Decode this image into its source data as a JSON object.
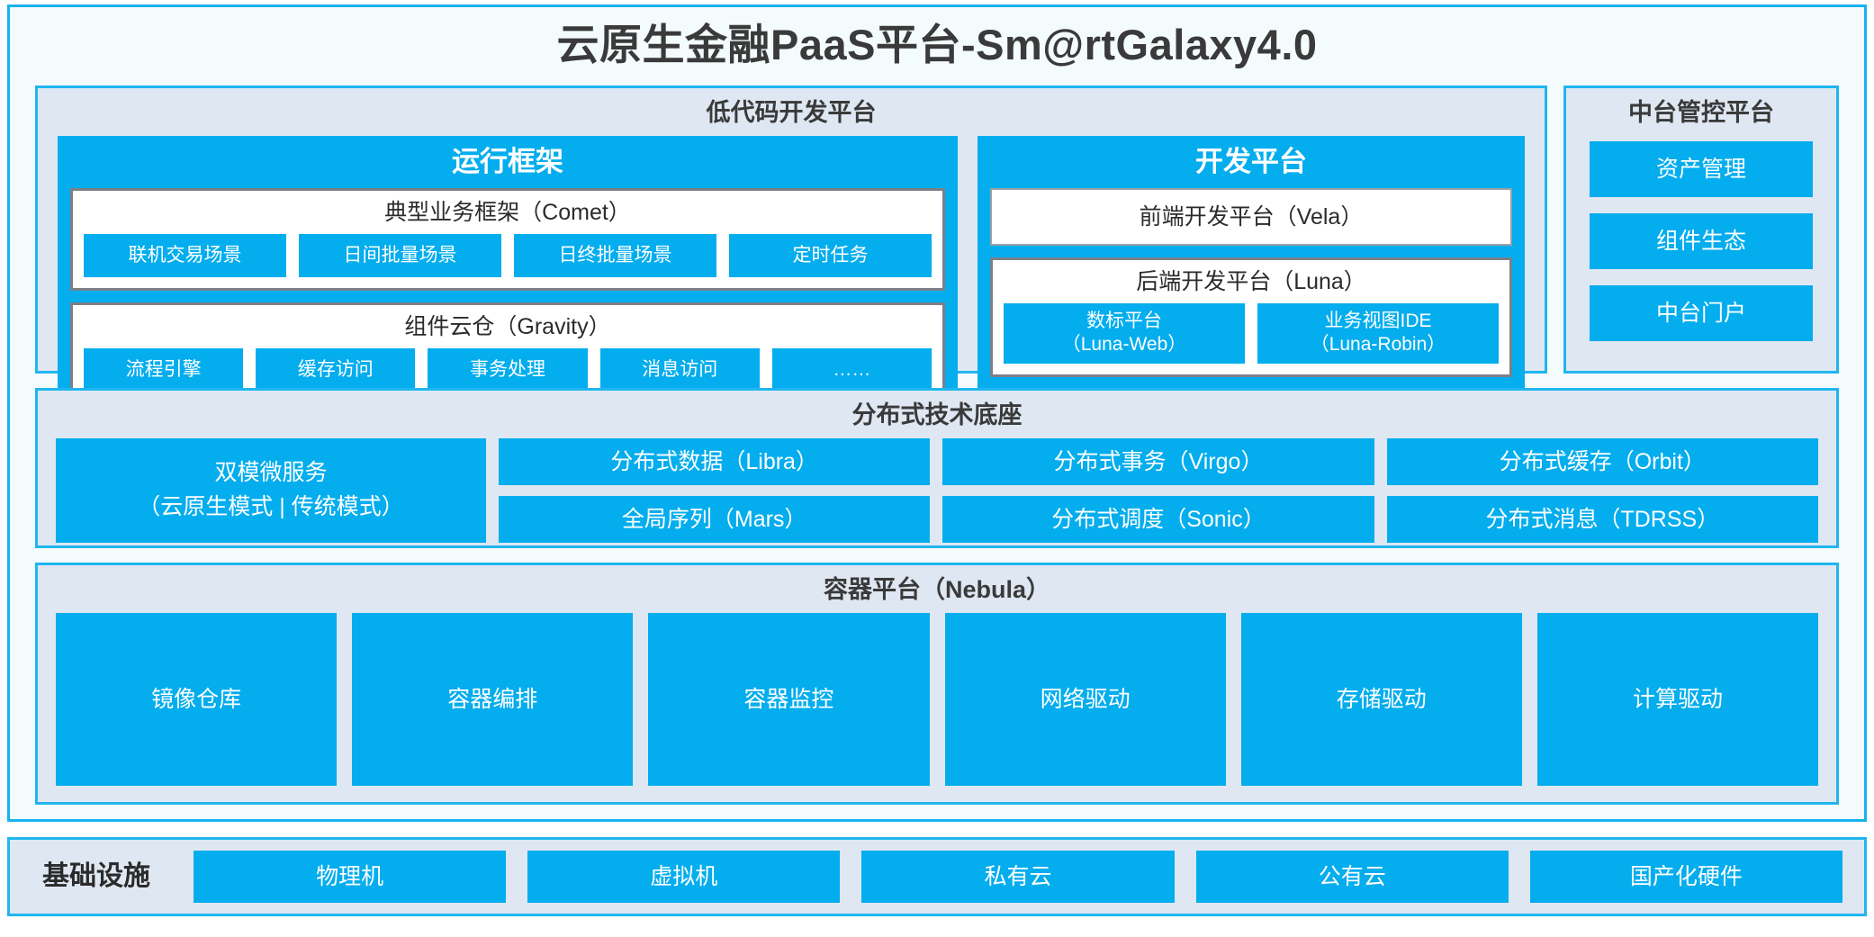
{
  "app_title": "云原生金融PaaS平台-Sm@rtGalaxy4.0",
  "colors": {
    "accent_blue": "#03ADEE",
    "panel_border": "#1FB6F0",
    "panel_bg": "#DFE7F2",
    "frame_bg": "#F4FBFD",
    "card_border": "#7B7F88",
    "text_dark": "#2B2B2B"
  },
  "lowcode": {
    "title": "低代码开发平台",
    "runtime": {
      "title": "运行框架",
      "comet": {
        "title": "典型业务框架（Comet）",
        "chips": [
          "联机交易场景",
          "日间批量场景",
          "日终批量场景",
          "定时任务"
        ]
      },
      "gravity": {
        "title": "组件云仓（Gravity）",
        "chips": [
          "流程引擎",
          "缓存访问",
          "事务处理",
          "消息访问",
          "……"
        ]
      }
    },
    "devplatform": {
      "title": "开发平台",
      "frontend": "前端开发平台（Vela）",
      "backend": {
        "title": "后端开发平台（Luna）",
        "chips": [
          {
            "name": "数标平台",
            "code": "（Luna-Web）"
          },
          {
            "name": "业务视图IDE",
            "code": "（Luna-Robin）"
          }
        ]
      }
    }
  },
  "midoffice": {
    "title": "中台管控平台",
    "items": [
      "资产管理",
      "组件生态",
      "中台门户"
    ]
  },
  "techbase": {
    "title": "分布式技术底座",
    "wide": {
      "line1": "双模微服务",
      "line2": "（云原生模式 | 传统模式）"
    },
    "columns": [
      [
        "分布式数据（Libra）",
        "全局序列（Mars）"
      ],
      [
        "分布式事务（Virgo）",
        "分布式调度（Sonic）"
      ],
      [
        "分布式缓存（Orbit）",
        "分布式消息（TDRSS）"
      ]
    ]
  },
  "container_platform": {
    "title": "容器平台（Nebula）",
    "items": [
      "镜像仓库",
      "容器编排",
      "容器监控",
      "网络驱动",
      "存储驱动",
      "计算驱动"
    ]
  },
  "infrastructure": {
    "label": "基础设施",
    "items": [
      "物理机",
      "虚拟机",
      "私有云",
      "公有云",
      "国产化硬件"
    ]
  }
}
